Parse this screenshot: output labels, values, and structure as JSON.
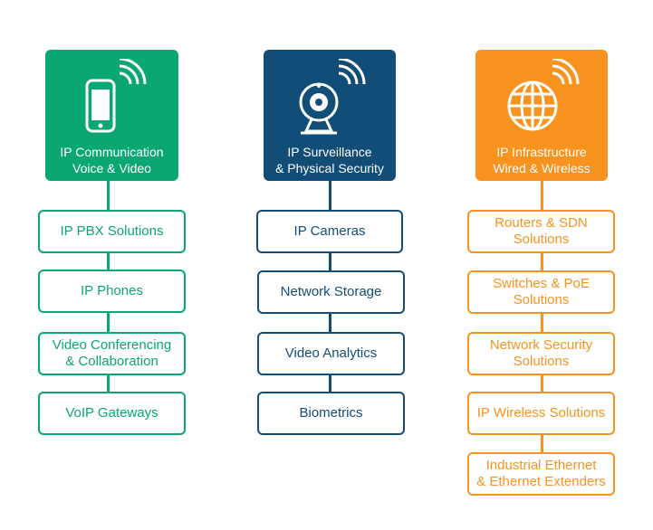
{
  "colors": {
    "communication": "#0aa774",
    "surveillance": "#124d78",
    "infrastructure": "#f7931e"
  },
  "columns": [
    {
      "icon": "smartphone-wifi-icon",
      "title_line1": "IP Communication",
      "title_line2": "Voice & Video",
      "items": [
        {
          "line1": "IP PBX Solutions"
        },
        {
          "line1": "IP Phones"
        },
        {
          "line1": "Video Conferencing",
          "line2": "& Collaboration"
        },
        {
          "line1": "VoIP Gateways"
        }
      ]
    },
    {
      "icon": "webcam-wifi-icon",
      "title_line1": "IP Surveillance",
      "title_line2": "& Physical Security",
      "items": [
        {
          "line1": "IP Cameras"
        },
        {
          "line1": "Network Storage"
        },
        {
          "line1": "Video Analytics"
        },
        {
          "line1": "Biometrics"
        }
      ]
    },
    {
      "icon": "globe-wifi-icon",
      "title_line1": "IP Infrastructure",
      "title_line2": "Wired & Wireless",
      "items": [
        {
          "line1": "Routers & SDN",
          "line2": "Solutions"
        },
        {
          "line1": "Switches & PoE",
          "line2": "Solutions"
        },
        {
          "line1": "Network Security",
          "line2": "Solutions"
        },
        {
          "line1": "IP Wireless Solutions"
        },
        {
          "line1": "Industrial Ethernet",
          "line2": "& Ethernet Extenders"
        }
      ]
    }
  ]
}
